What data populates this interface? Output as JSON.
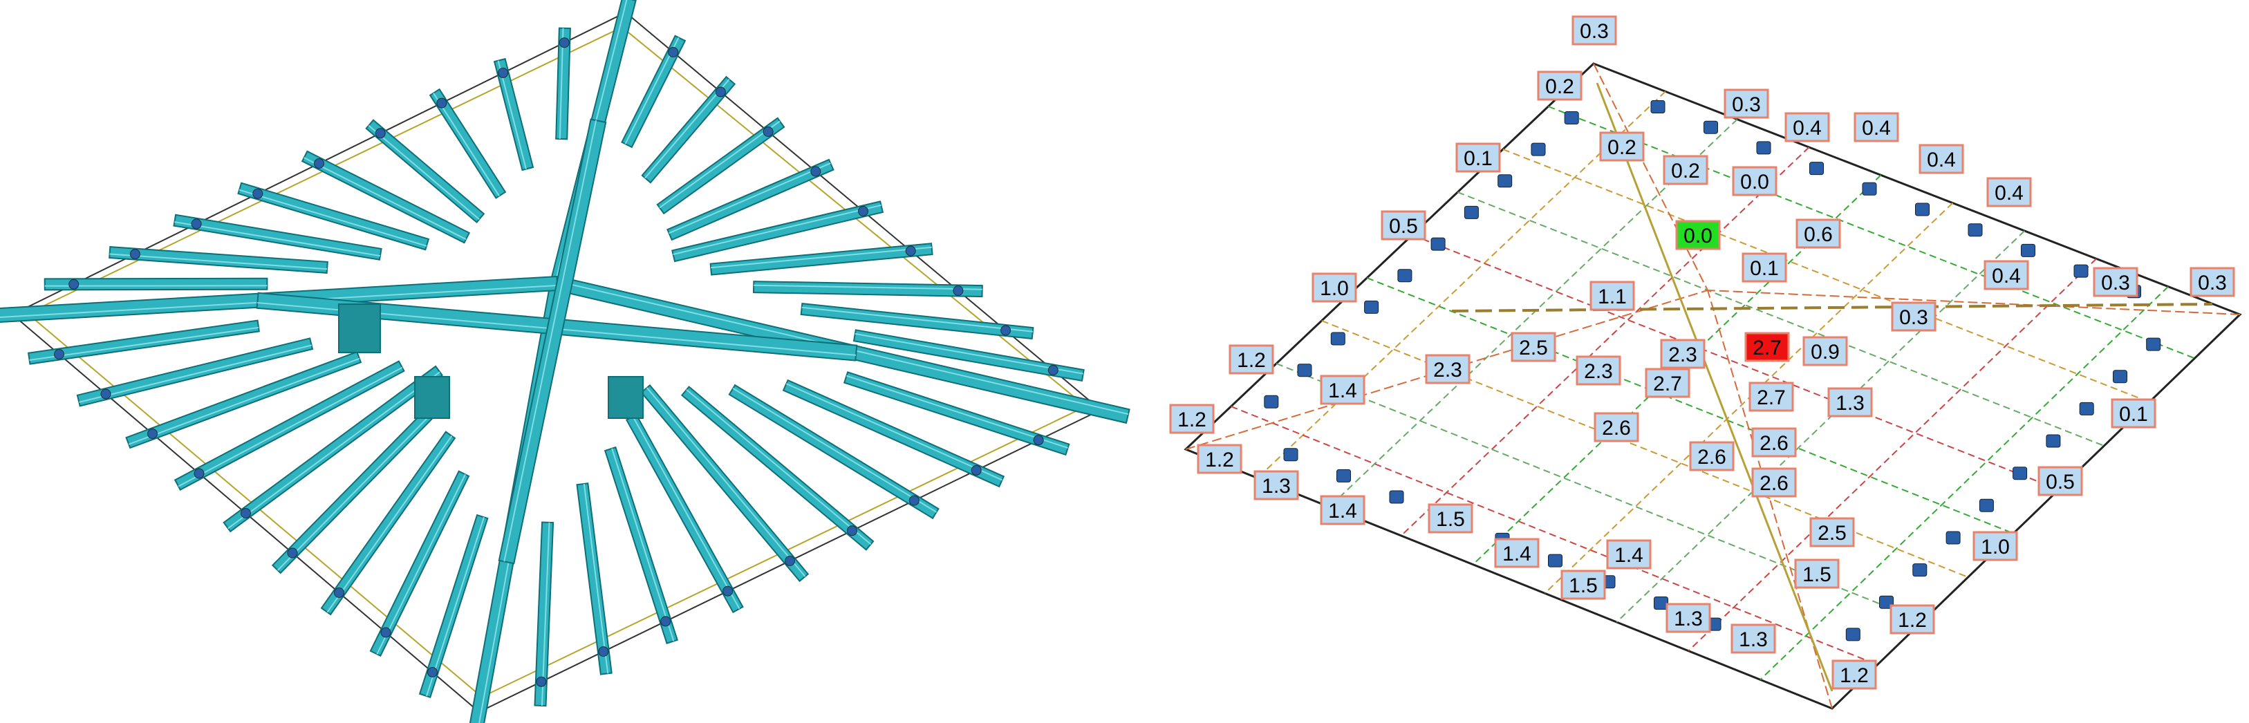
{
  "panels": {
    "left": {
      "name": "roof-structure-3d-model"
    },
    "right": {
      "name": "roof-displacement-model"
    }
  },
  "colors": {
    "beam": "#2fb3bf",
    "beam_edge": "#0f6f77",
    "label_bg": "#bcd9f2",
    "label_border": "#e8826a",
    "min_highlight": "#22dd22",
    "max_highlight": "#ee1111",
    "support": "#2a5fa8"
  },
  "displacement_labels": [
    {
      "id": "l01",
      "text": "0.3"
    },
    {
      "id": "l02",
      "text": "0.2"
    },
    {
      "id": "l03",
      "text": "0.3"
    },
    {
      "id": "l04",
      "text": "0.4"
    },
    {
      "id": "l05",
      "text": "0.4"
    },
    {
      "id": "l06",
      "text": "0.2"
    },
    {
      "id": "l07",
      "text": "0.1"
    },
    {
      "id": "l08",
      "text": "0.2"
    },
    {
      "id": "l09",
      "text": "0.0"
    },
    {
      "id": "l10",
      "text": "0.4"
    },
    {
      "id": "l11",
      "text": "0.4"
    },
    {
      "id": "l12",
      "text": "0.5"
    },
    {
      "id": "l13",
      "text": "0.0",
      "highlight": "min"
    },
    {
      "id": "l14",
      "text": "0.6"
    },
    {
      "id": "l15",
      "text": "0.1"
    },
    {
      "id": "l16",
      "text": "0.4"
    },
    {
      "id": "l17",
      "text": "0.3"
    },
    {
      "id": "l18",
      "text": "0.3"
    },
    {
      "id": "l19",
      "text": "1.0"
    },
    {
      "id": "l20",
      "text": "1.1"
    },
    {
      "id": "l21",
      "text": "0.3"
    },
    {
      "id": "l22",
      "text": "2.5"
    },
    {
      "id": "l23",
      "text": "2.3"
    },
    {
      "id": "l24",
      "text": "2.7",
      "highlight": "max"
    },
    {
      "id": "l25",
      "text": "0.9"
    },
    {
      "id": "l26",
      "text": "1.2"
    },
    {
      "id": "l27",
      "text": "2.3"
    },
    {
      "id": "l28",
      "text": "2.3"
    },
    {
      "id": "l29",
      "text": "2.7"
    },
    {
      "id": "l30",
      "text": "2.7"
    },
    {
      "id": "l31",
      "text": "1.4"
    },
    {
      "id": "l32",
      "text": "1.3"
    },
    {
      "id": "l33",
      "text": "1.2"
    },
    {
      "id": "l34",
      "text": "2.6"
    },
    {
      "id": "l35",
      "text": "2.6"
    },
    {
      "id": "l36",
      "text": "0.1"
    },
    {
      "id": "l37",
      "text": "1.2"
    },
    {
      "id": "l38",
      "text": "2.6"
    },
    {
      "id": "l39",
      "text": "2.6"
    },
    {
      "id": "l40",
      "text": "1.3"
    },
    {
      "id": "l41",
      "text": "0.5"
    },
    {
      "id": "l42",
      "text": "1.4"
    },
    {
      "id": "l43",
      "text": "1.5"
    },
    {
      "id": "l44",
      "text": "2.5"
    },
    {
      "id": "l45",
      "text": "1.4"
    },
    {
      "id": "l46",
      "text": "1.4"
    },
    {
      "id": "l47",
      "text": "1.0"
    },
    {
      "id": "l48",
      "text": "1.5"
    },
    {
      "id": "l49",
      "text": "1.5"
    },
    {
      "id": "l50",
      "text": "1.3"
    },
    {
      "id": "l51",
      "text": "1.2"
    },
    {
      "id": "l52",
      "text": "1.3"
    },
    {
      "id": "l53",
      "text": "1.2"
    }
  ]
}
